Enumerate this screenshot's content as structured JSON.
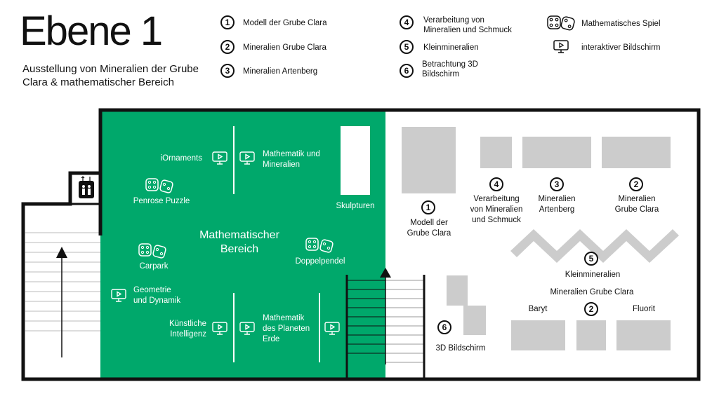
{
  "header": {
    "title": "Ebene 1",
    "subtitle": "Ausstellung von Mineralien der Grube Clara & mathematischer Bereich"
  },
  "legend": {
    "items": [
      {
        "number": "1",
        "label": "Modell der Grube Clara"
      },
      {
        "number": "2",
        "label": "Mineralien Grube Clara"
      },
      {
        "number": "3",
        "label": "Mineralien Artenberg"
      },
      {
        "number": "4",
        "label": "Verarbeitung von Mineralien und Schmuck"
      },
      {
        "number": "5",
        "label": "Kleinmineralien"
      },
      {
        "number": "6",
        "label": "Betrachtung 3D Bildschirm"
      }
    ],
    "icon_items": [
      {
        "icon": "dice-icon",
        "label": "Mathematisches Spiel"
      },
      {
        "icon": "screen-icon",
        "label": "interaktiver Bildschirm"
      }
    ]
  },
  "map": {
    "colors": {
      "math_area": "#00a86b",
      "walls": "#111111",
      "exhibit": "#cccccc"
    },
    "math_area": {
      "title": "Mathematischer Bereich",
      "stations": {
        "iornaments": "iOrnaments",
        "math_minerals": "Mathematik und Mineralien",
        "penrose": "Penrose Puzzle",
        "skulpturen": "Skulpturen",
        "carpark": "Carpark",
        "doppelpendel": "Doppelpendel",
        "geometrie": "Geometrie und Dynamik",
        "ki": "Künstliche Intelligenz",
        "planet": "Mathematik des Planeten Erde"
      }
    },
    "mineral_area": {
      "modell": {
        "number": "1",
        "label": "Modell der Grube Clara"
      },
      "verarbeitung": {
        "number": "4",
        "label": "Verarbeitung von Mineralien und Schmuck"
      },
      "artenberg": {
        "number": "3",
        "label": "Mineralien Artenberg"
      },
      "grube_top": {
        "number": "2",
        "label": "Mineralien Grube Clara"
      },
      "klein": {
        "number": "5",
        "label": "Kleinmineralien"
      },
      "grube_bottom": {
        "title": "Mineralien Grube Clara",
        "number": "2",
        "left": "Baryt",
        "right": "Fluorit"
      },
      "bildschirm": {
        "number": "6",
        "label": "3D Bildschirm"
      }
    }
  }
}
